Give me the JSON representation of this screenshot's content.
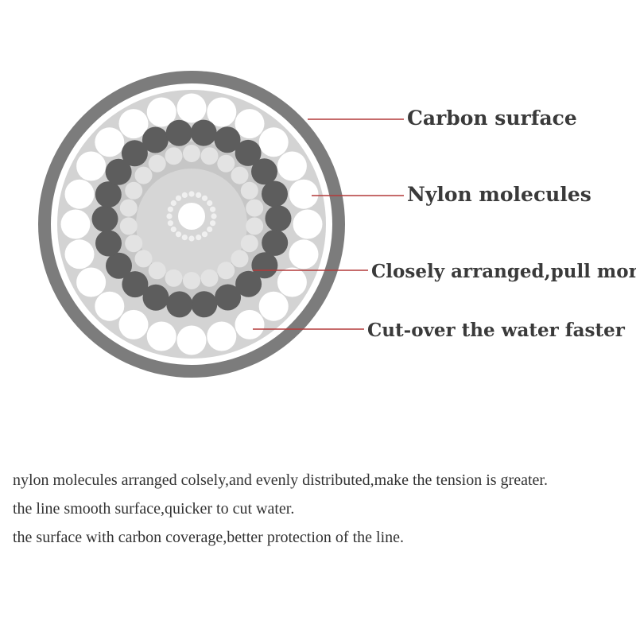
{
  "colors": {
    "outer_ring": "#7c7c7c",
    "white_gap": "#ffffff",
    "surface_fill": "#d3d3d3",
    "inner_band": "#c2c2c2",
    "dark_molecule": "#5d5d5d",
    "white_molecule": "#ffffff",
    "light_molecule": "#e3e3e3",
    "core_ring": "#f0f0f0",
    "leader_line": "#b33a3a",
    "label_text": "#3a3a3a"
  },
  "callouts": {
    "carbon_surface": "Carbon surface",
    "nylon_molecules": "Nylon molecules",
    "closely_arranged": "Closely arranged,pull more",
    "cut_over": "Cut-over the water faster"
  },
  "notes": [
    "nylon molecules arranged colsely,and evenly distributed,make the tension is greater.",
    "the line smooth surface,quicker to cut water.",
    "the surface with carbon coverage,better protection of the line."
  ]
}
